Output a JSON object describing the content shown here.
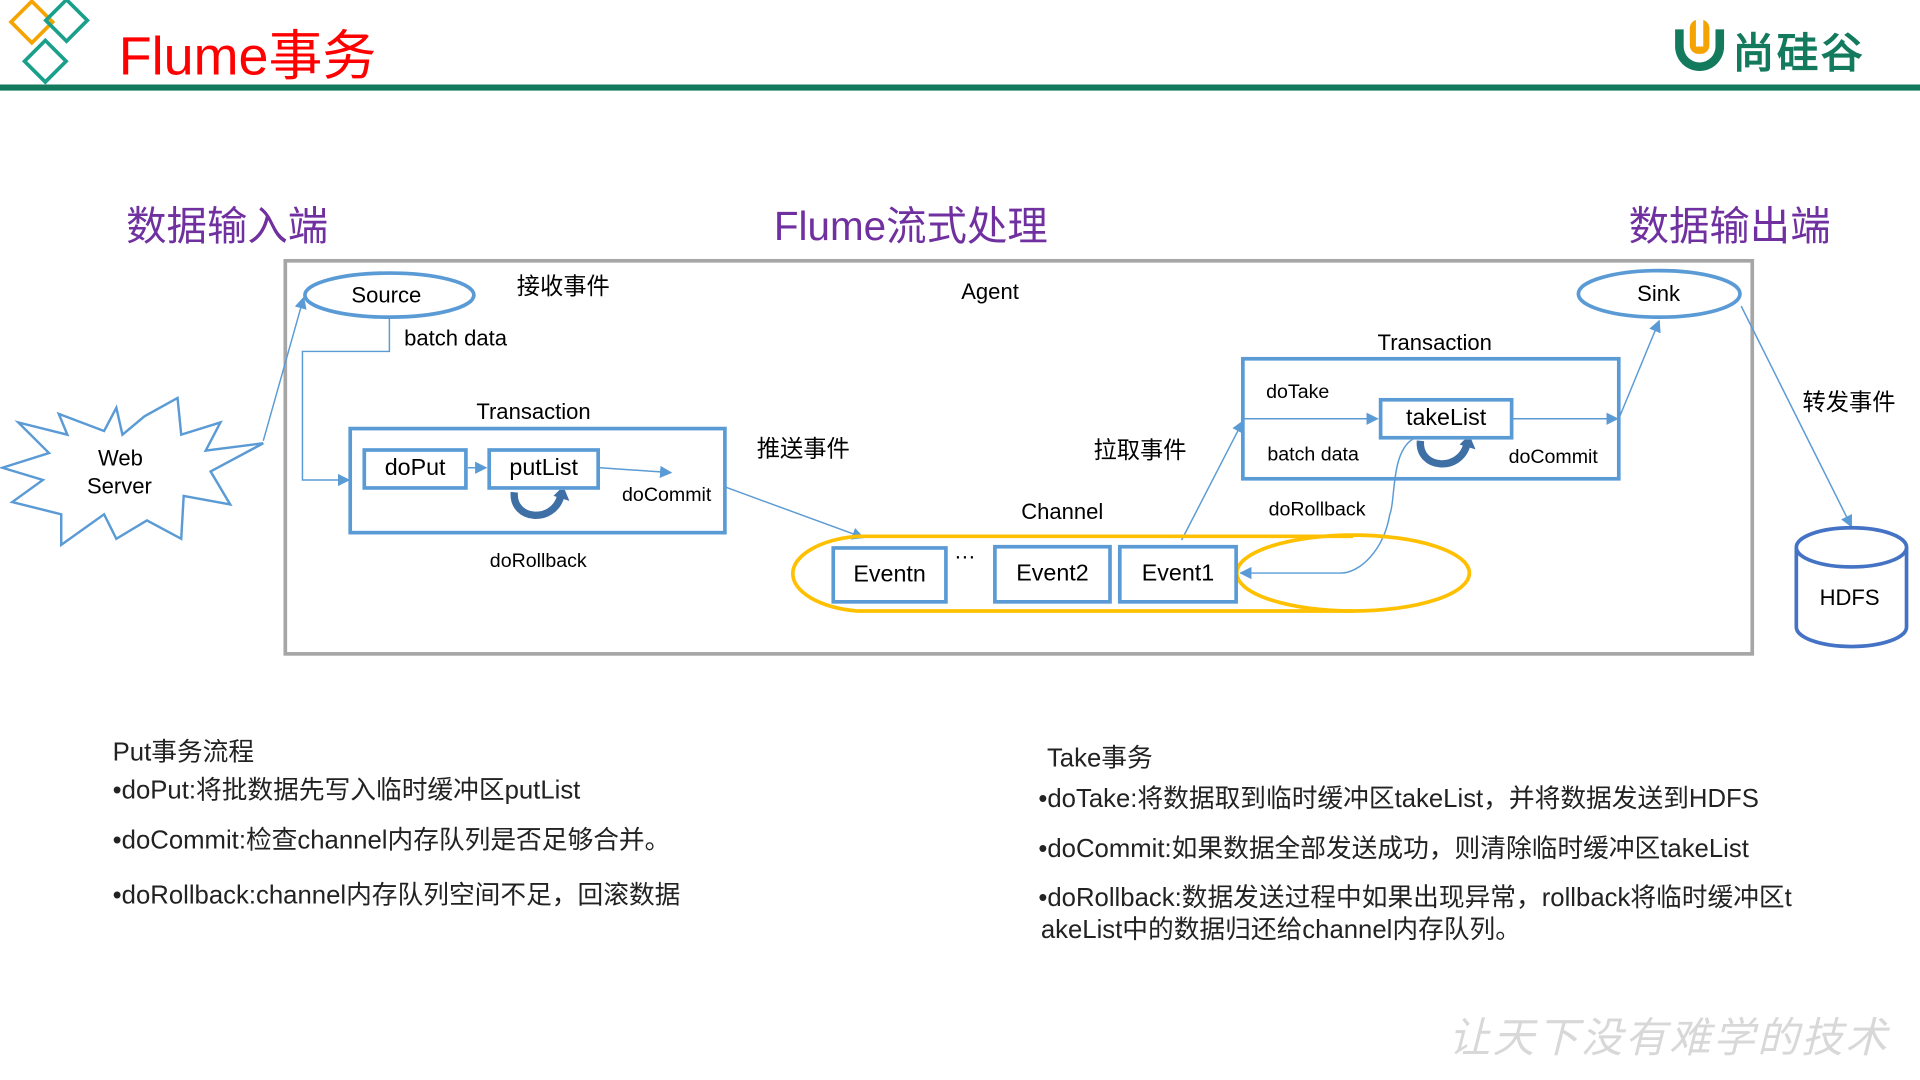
{
  "header": {
    "title": "Flume事务",
    "brand": "尚硅谷"
  },
  "sections": {
    "input": "数据输入端",
    "processing": "Flume流式处理",
    "output": "数据输出端"
  },
  "diagram": {
    "agent": "Agent",
    "source": "Source",
    "sink": "Sink",
    "web_server_line1": "Web",
    "web_server_line2": "Server",
    "receive_event": "接收事件",
    "push_event": "推送事件",
    "pull_event": "拉取事件",
    "forward_event": "转发事件",
    "channel": "Channel",
    "hdfs": "HDFS",
    "put_tx": {
      "title": "Transaction",
      "batch_data": "batch data",
      "do_put": "doPut",
      "put_list": "putList",
      "do_commit": "doCommit",
      "do_rollback": "doRollback"
    },
    "take_tx": {
      "title": "Transaction",
      "do_take": "doTake",
      "take_list": "takeList",
      "batch_data": "batch data",
      "do_commit": "doCommit",
      "do_rollback": "doRollback"
    },
    "events": [
      "Eventn",
      "…",
      "Event2",
      "Event1"
    ]
  },
  "put_notes": {
    "title": "Put事务流程",
    "items": [
      "•doPut:将批数据先写入临时缓冲区putList",
      "•doCommit:检查channel内存队列是否足够合并。",
      "•doRollback:channel内存队列空间不足，回滚数据"
    ]
  },
  "take_notes": {
    "title": "Take事务",
    "items": [
      "•doTake:将数据取到临时缓冲区takeList，并将数据发送到HDFS",
      "•doCommit:如果数据全部发送成功，则清除临时缓冲区takeList",
      "•doRollback:数据发送过程中如果出现异常，rollback将临时缓冲区t",
      "akeList中的数据归还给channel内存队列。"
    ]
  },
  "watermark": "让天下没有难学的技术",
  "colors": {
    "title": "#ff0000",
    "section": "#7030a0",
    "accent": "#137a5e",
    "box": "#5b9bd5",
    "channel": "#ffc000"
  }
}
